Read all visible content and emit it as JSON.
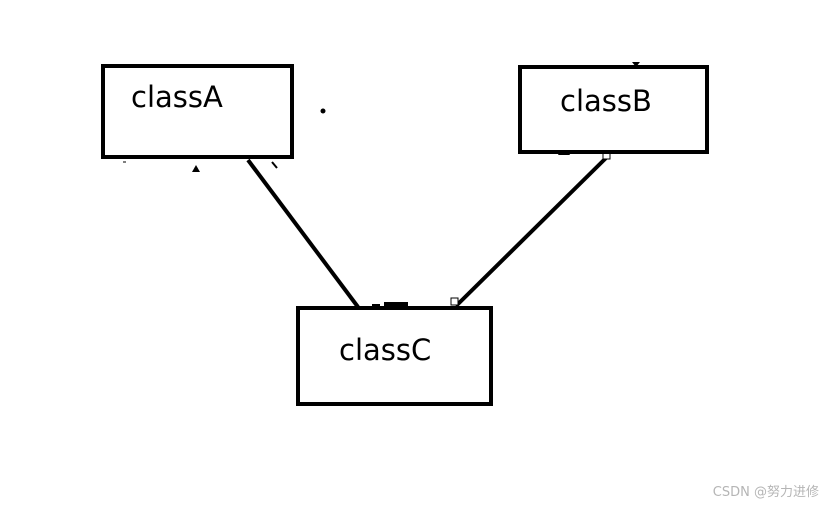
{
  "diagram": {
    "nodes": [
      {
        "id": "classA",
        "label": "classA"
      },
      {
        "id": "classB",
        "label": "classB"
      },
      {
        "id": "classC",
        "label": "classC"
      }
    ],
    "edges": [
      {
        "from": "classA",
        "to": "classC"
      },
      {
        "from": "classB",
        "to": "classC"
      }
    ],
    "colors": {
      "stroke": "#000000",
      "background": "#ffffff",
      "watermark": "#b5b5b5"
    }
  },
  "watermark": "CSDN @努力进修"
}
